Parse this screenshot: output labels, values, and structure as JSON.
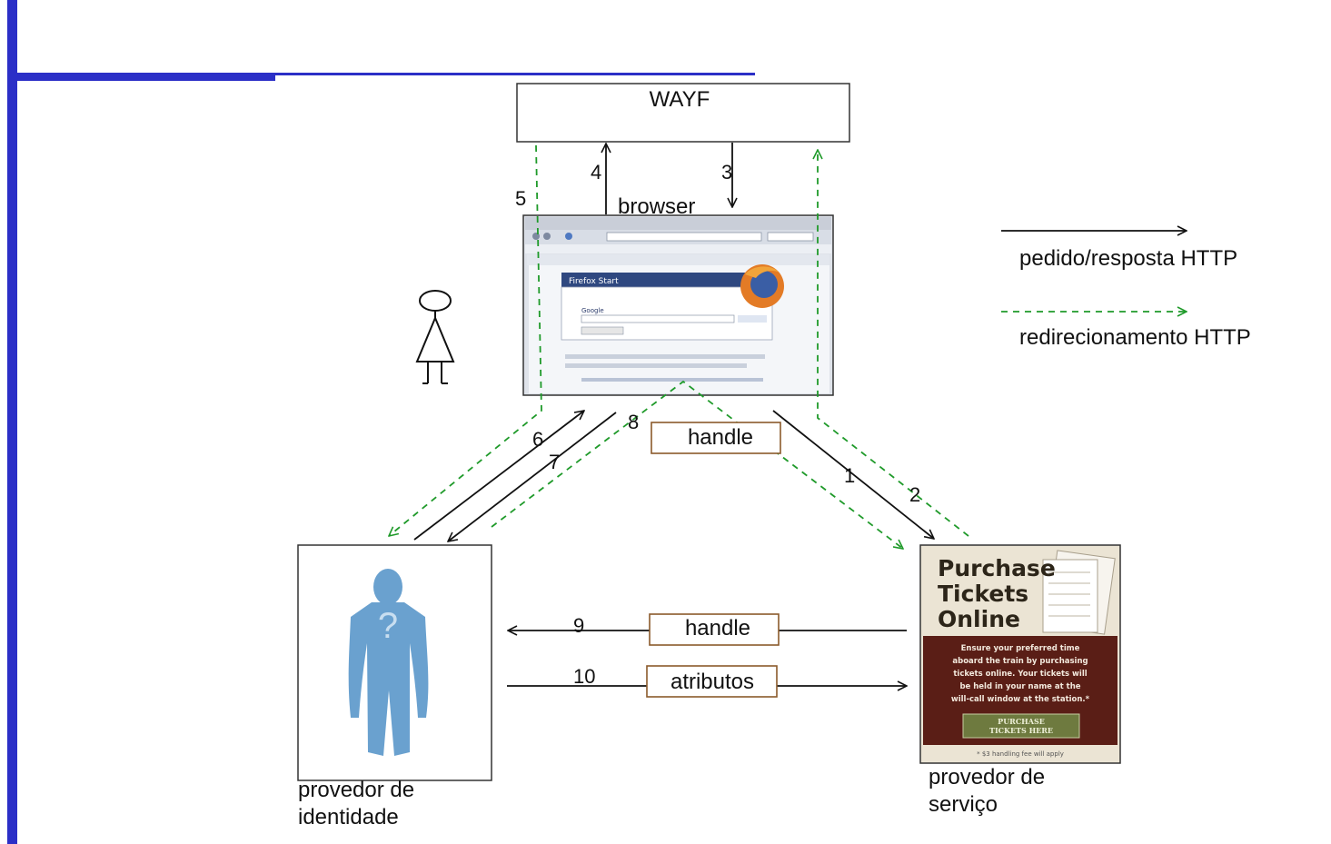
{
  "wayf": {
    "label": "WAYF"
  },
  "browser": {
    "label": "browser",
    "start_page_title": "Firefox Start",
    "search_brand": "Google"
  },
  "identity_provider": {
    "label_line1": "provedor de",
    "label_line2": "identidade",
    "avatar_mark": "?"
  },
  "service_provider": {
    "label_line1": "provedor de",
    "label_line2": "serviço",
    "ad_title_lines": [
      "Purchase",
      "Tickets",
      "Online"
    ],
    "ad_body_lines": [
      "Ensure your preferred time",
      "aboard the train by purchasing",
      "tickets online. Your tickets will",
      "be held in your name at the",
      "will-call window at the station.*"
    ],
    "ad_button_lines": [
      "PURCHASE",
      "TICKETS HERE"
    ],
    "ad_footnote": "* $3 handling fee will apply"
  },
  "steps": {
    "s1": "1",
    "s2": "2",
    "s3": "3",
    "s4": "4",
    "s5": "5",
    "s6": "6",
    "s7": "7",
    "s8": "8",
    "s9": "9",
    "s10": "10"
  },
  "message_boxes": {
    "handle_top": "handle",
    "handle_bottom": "handle",
    "attributes": "atributos"
  },
  "legend": {
    "solid_label": "pedido/resposta HTTP",
    "dashed_label": "redirecionamento HTTP"
  },
  "colors": {
    "slide_accent": "#2b2fc7",
    "solid_arrow": "#111111",
    "dashed_arrow": "#1f9a2a",
    "message_box_border": "#8b5a2b",
    "person_silhouette": "#6aa1cf"
  }
}
